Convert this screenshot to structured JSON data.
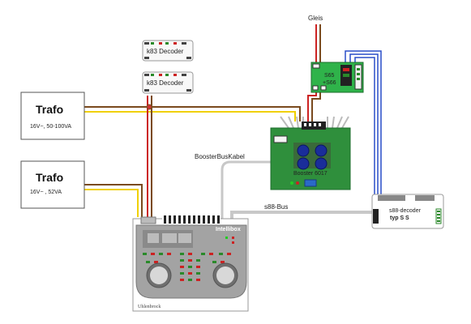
{
  "labels": {
    "gleis": "Gleis",
    "trafo1_title": "Trafo",
    "trafo1_spec": "16V~, 50-100VA",
    "trafo2_title": "Trafo",
    "trafo2_spec": "16V~ , 52VA",
    "k83_1": "k83 Decoder",
    "k83_2": "k83 Decoder",
    "s65_line1": "S65",
    "s65_line2": "+S66",
    "booster": "Booster 6017",
    "booster_bus": "BoosterBusKabel",
    "s88_bus": "s88-Bus",
    "s88_decoder_line1": "s88-decoder",
    "s88_decoder_line2": "typ S S",
    "intellibox": "Intellibox",
    "uhlenbrock": "Uhlenbrock"
  },
  "colors": {
    "wire_red": "#cc2222",
    "wire_brown": "#7a4a1e",
    "wire_yellow": "#f0d000",
    "wire_blue": "#2a4fc8",
    "cable_gray": "#c8c8c8",
    "board_green": "#2f9a3a",
    "booster_green": "#2f8f3c",
    "intellibox_gray": "#9a9a9a"
  }
}
